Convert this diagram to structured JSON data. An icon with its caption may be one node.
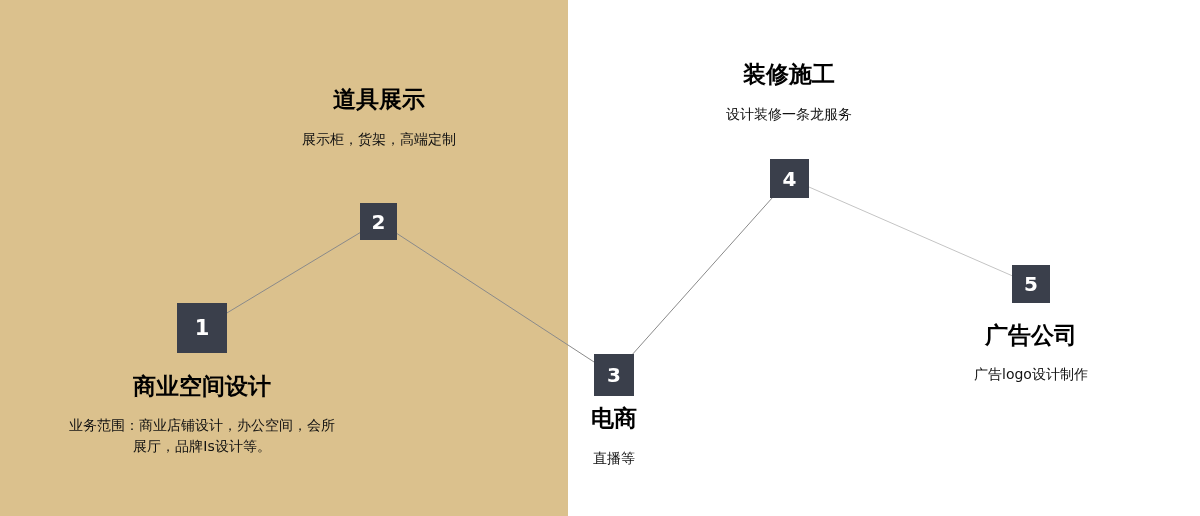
{
  "diagram": {
    "nodes": [
      {
        "text": [
          "1"
        ],
        "beside": [
          "商业空间设计",
          "业务范围：商业店铺设计，办公空间，会所展厅，品牌Is设计等。"
        ]
      },
      {
        "text": [
          "2"
        ],
        "beside": [
          "道具展示",
          "展示柜，货架，高端定制"
        ]
      },
      {
        "text": [
          "3"
        ],
        "beside": [
          "电商",
          "直播等"
        ]
      },
      {
        "text": [
          "4"
        ],
        "beside": [
          "装修施工",
          "设计装修一条龙服务"
        ]
      },
      {
        "text": [
          "5"
        ],
        "beside": [
          "广告公司",
          "广告logo设计制作"
        ]
      }
    ],
    "edges": [
      {
        "from": 0,
        "to": 1,
        "arrow": "none"
      },
      {
        "from": 1,
        "to": 2,
        "arrow": "none"
      },
      {
        "from": 2,
        "to": 3,
        "arrow": "none"
      },
      {
        "from": 3,
        "to": 4,
        "arrow": "none",
        "color": "#c4c4c4"
      }
    ]
  }
}
